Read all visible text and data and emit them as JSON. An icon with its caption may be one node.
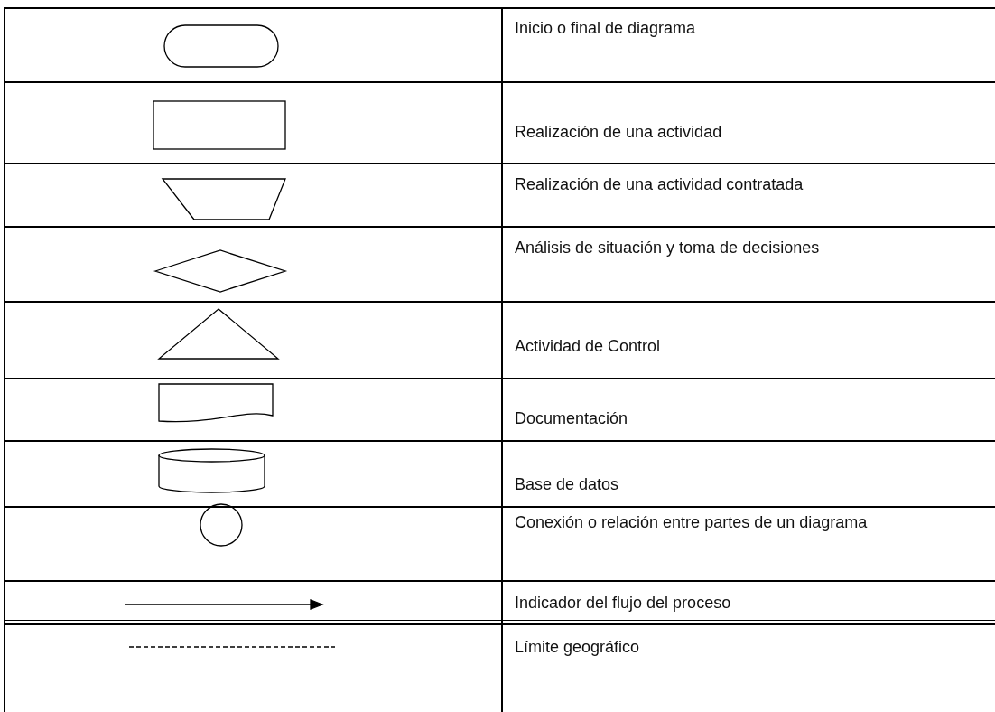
{
  "diagram": {
    "nodes": [
      {
        "text": [],
        "shape": "capsule"
      },
      {
        "text": [],
        "shape": "box"
      },
      {
        "text": [],
        "shape": "trapezoid"
      },
      {
        "text": [],
        "shape": "diamond"
      },
      {
        "text": [],
        "shape": "triangle"
      },
      {
        "text": [],
        "shape": "document"
      },
      {
        "text": [],
        "shape": "cylinder"
      },
      {
        "text": [],
        "shape": "circle"
      }
    ],
    "legend": [
      {
        "text": "Inicio o final de diagrama"
      },
      {
        "text": "Realización de una actividad"
      },
      {
        "text": "Realización de una actividad contratada"
      },
      {
        "text": "Análisis de situación y toma de decisiones"
      },
      {
        "text": "Actividad de Control"
      },
      {
        "text": "Documentación"
      },
      {
        "text": "Base de datos"
      },
      {
        "text": "Conexión o relación entre partes de un diagrama"
      },
      {
        "text": "Indicador del flujo del proceso"
      },
      {
        "text": "Límite geográfico"
      }
    ]
  }
}
